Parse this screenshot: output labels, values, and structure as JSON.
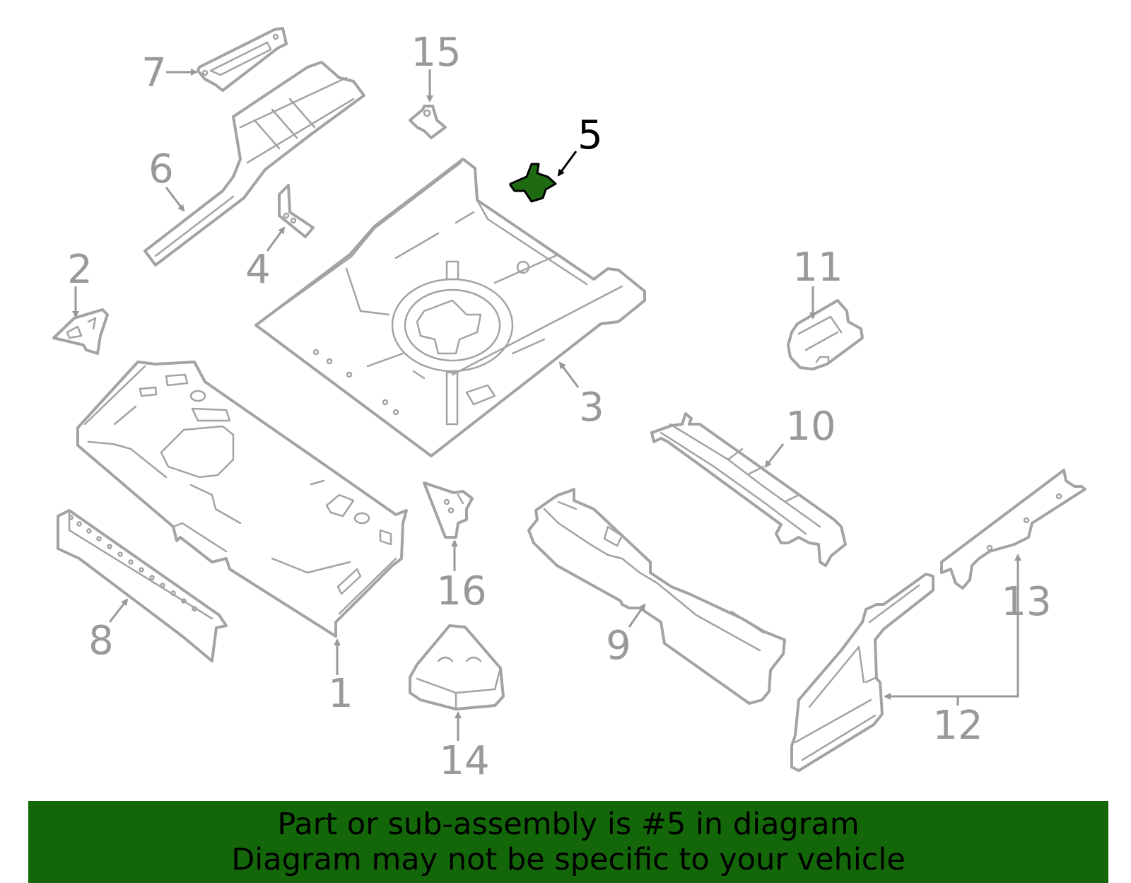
{
  "diagram": {
    "selected_part": "5",
    "colors": {
      "outline": "#a3a3a3",
      "label": "#999999",
      "selected_fill": "#1e6b12",
      "selected_label": "#000000",
      "banner": "#136709"
    },
    "callouts": [
      {
        "id": "1",
        "label": "1"
      },
      {
        "id": "2",
        "label": "2"
      },
      {
        "id": "3",
        "label": "3"
      },
      {
        "id": "4",
        "label": "4"
      },
      {
        "id": "5",
        "label": "5"
      },
      {
        "id": "6",
        "label": "6"
      },
      {
        "id": "7",
        "label": "7"
      },
      {
        "id": "8",
        "label": "8"
      },
      {
        "id": "9",
        "label": "9"
      },
      {
        "id": "10",
        "label": "10"
      },
      {
        "id": "11",
        "label": "11"
      },
      {
        "id": "12",
        "label": "12"
      },
      {
        "id": "13",
        "label": "13"
      },
      {
        "id": "14",
        "label": "14"
      },
      {
        "id": "15",
        "label": "15"
      },
      {
        "id": "16",
        "label": "16"
      }
    ]
  },
  "banner": {
    "line1": "Part or sub-assembly is #5 in diagram",
    "line2": "Diagram may not be specific to your vehicle"
  }
}
